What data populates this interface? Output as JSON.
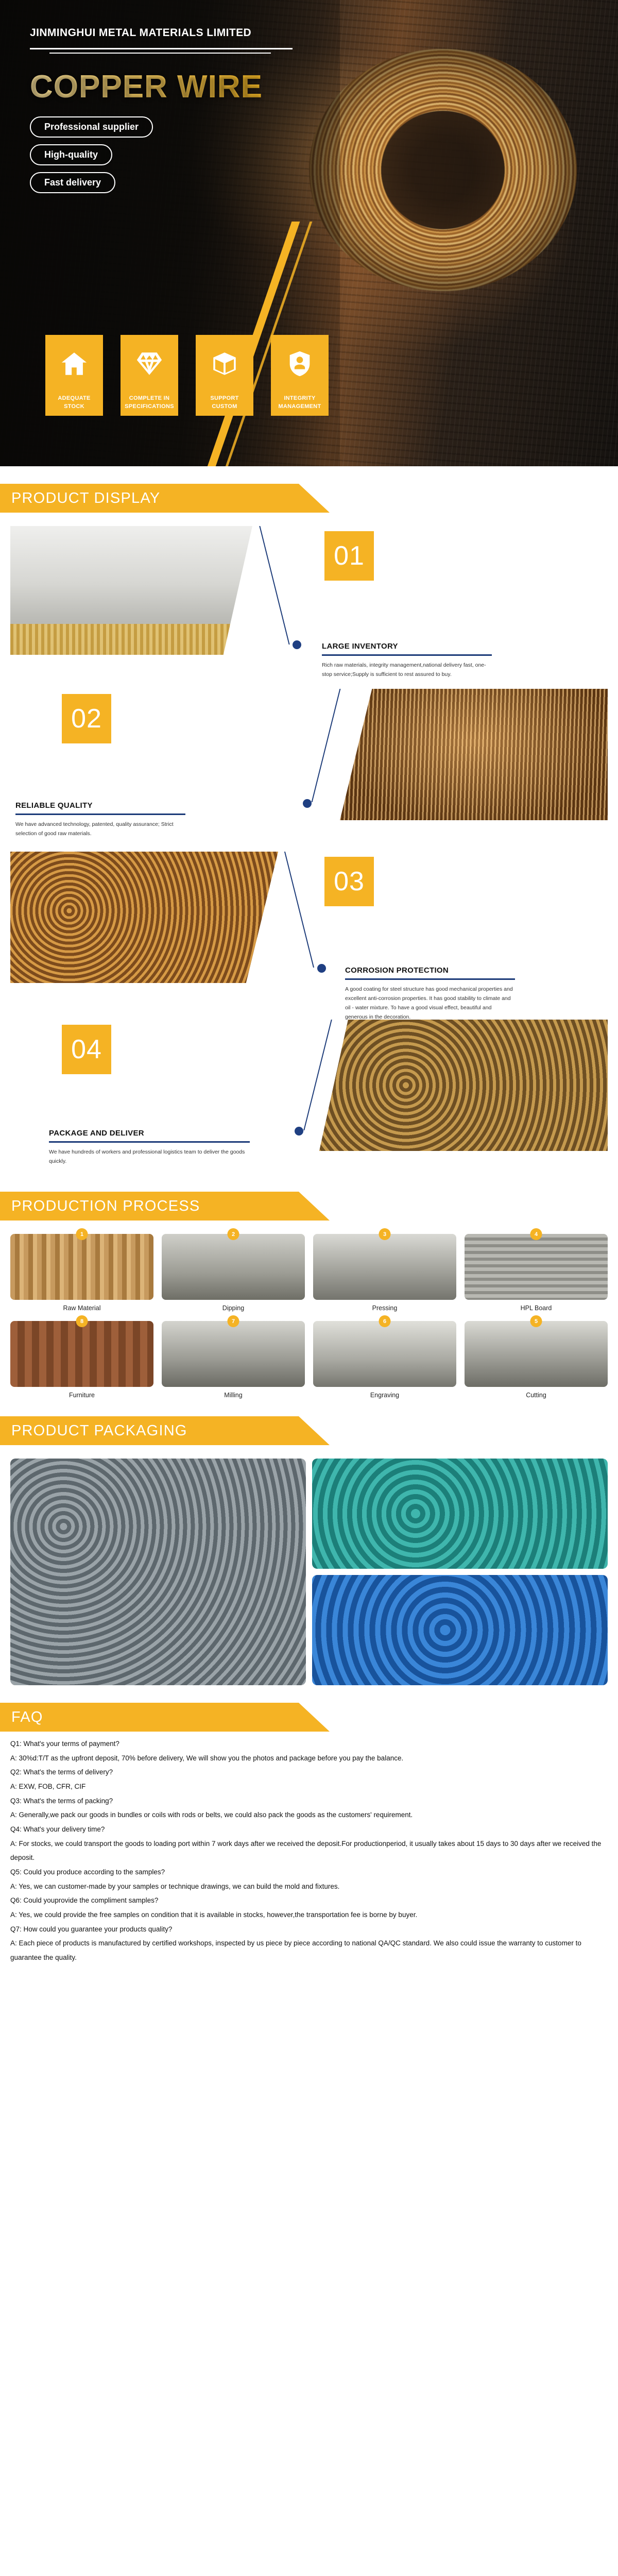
{
  "hero": {
    "brand": "JINMINGHUI METAL MATERIALS LIMITED",
    "title": "COPPER WIRE",
    "badges": [
      "Professional supplier",
      "High-quality",
      "Fast delivery"
    ],
    "features": [
      {
        "icon": "home-icon",
        "line1": "ADEQUATE",
        "line2": "STOCK"
      },
      {
        "icon": "diamond-icon",
        "line1": "COMPLETE IN",
        "line2": "SPECIFICATIONS"
      },
      {
        "icon": "box-icon",
        "line1": "SUPPORT",
        "line2": "CUSTOM"
      },
      {
        "icon": "shield-person-icon",
        "line1": "INTEGRITY",
        "line2": "MANAGEMENT"
      }
    ]
  },
  "sections": {
    "product_display": "PRODUCT DISPLAY",
    "production_process": "PRODUCTION PROCESS",
    "product_packaging": "PRODUCT PACKAGING",
    "faq": "FAQ"
  },
  "product_display": [
    {
      "number": "01",
      "title": "LARGE INVENTORY",
      "desc": "Rich raw materials, integrity management,national delivery fast, one-stop service;Supply is sufficient to rest assured to buy."
    },
    {
      "number": "02",
      "title": "RELIABLE QUALITY",
      "desc": "We have advanced technology, patented, quality assurance; Strict selection of good raw materials."
    },
    {
      "number": "03",
      "title": "CORROSION PROTECTION",
      "desc": "A good coating for steel structure has good mechanical properties and excellent anti-corrosion properties. It has good stability to climate and oil - water mixture. To have a good visual effect, beautiful and generous in the decoration."
    },
    {
      "number": "04",
      "title": "PACKAGE AND DELIVER",
      "desc": "We have hundreds of workers and professional logistics team to deliver the goods quickly."
    }
  ],
  "production_process": [
    {
      "num": "1",
      "label": "Raw Material"
    },
    {
      "num": "2",
      "label": "Dipping"
    },
    {
      "num": "3",
      "label": "Pressing"
    },
    {
      "num": "4",
      "label": "HPL Board"
    },
    {
      "num": "8",
      "label": "Furniture"
    },
    {
      "num": "7",
      "label": "Milling"
    },
    {
      "num": "6",
      "label": "Engraving"
    },
    {
      "num": "5",
      "label": "Cutting"
    }
  ],
  "faq": [
    "Q1: What's your terms of payment?",
    "A: 30%d:T/T as the upfront deposit, 70% before delivery, We will show you the photos and package before you pay the balance.",
    "Q2: What's the terms of delivery?",
    "A: EXW, FOB, CFR, CIF",
    "Q3: What's the terms of packing?",
    "A: Generally,we pack our goods in bundles or coils with rods or belts, we could also pack the goods as the customers' requirement.",
    "Q4: What's your delivery time?",
    "A: For stocks, we could transport the goods to loading port within 7 work days after we received the deposit.For productionperiod, it usually takes about 15 days to 30 days after we received the deposit.",
    "Q5: Could you produce according to the samples?",
    "A: Yes, we can customer-made by your samples or technique drawings, we can build the mold and fixtures.",
    "Q6: Could youprovide the compliment samples?",
    "A: Yes, we could provide the free samples on condition that it is available in stocks, however,the transportation fee is borne by buyer.",
    "Q7: How could you guarantee your products quality?",
    "A: Each piece of products is manufactured by certified workshops, inspected by us piece by piece according to national QA/QC standard. We also could issue the warranty to customer to guarantee the quality."
  ],
  "colors": {
    "accent": "#F5B324",
    "rule": "#1b3a78"
  }
}
